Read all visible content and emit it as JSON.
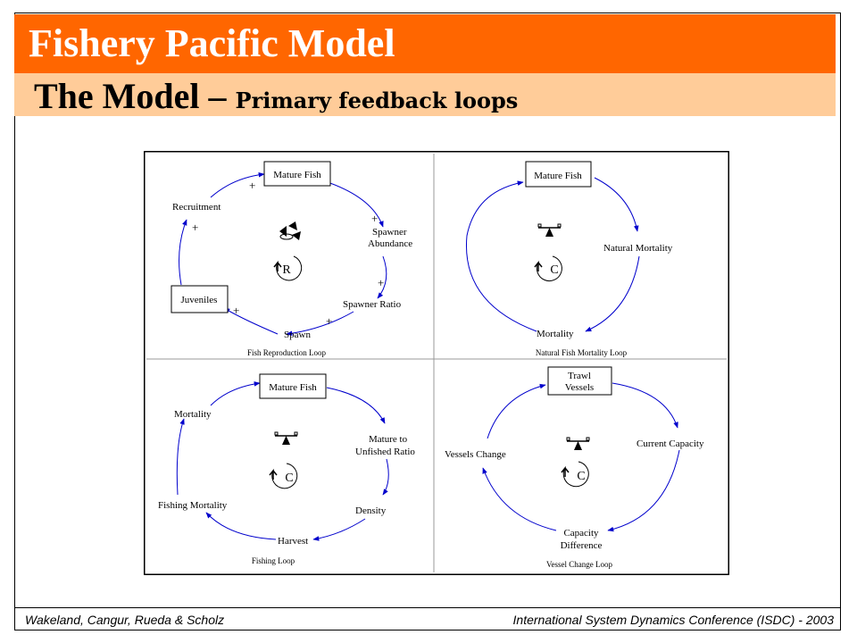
{
  "slide": {
    "title": "Fishery Pacific Model",
    "subtitle_main": "The Model – ",
    "subtitle_sub": "Primary feedback loops",
    "footer_left": "Wakeland, Cangur, Rueda & Scholz",
    "footer_right": "International System Dynamics Conference (ISDC) - 2003"
  },
  "colors": {
    "title_bar": "#ff6600",
    "subtitle_bar": "#ffcc99",
    "arrow": "#0000cc"
  },
  "loops": {
    "reproduction": {
      "mature_fish": "Mature Fish",
      "recruitment": "Recruitment",
      "spawner_abundance_1": "Spawner",
      "spawner_abundance_2": "Abundance",
      "juveniles": "Juveniles",
      "spawner_ratio": "Spawner Ratio",
      "spawn": "Spawn",
      "loop_symbol": "R",
      "caption": "Fish Reproduction Loop",
      "plus": "+",
      "icon": "fish-school-icon"
    },
    "natural_mortality": {
      "mature_fish": "Mature Fish",
      "natural_mortality": "Natural Mortality",
      "mortality": "Mortality",
      "loop_symbol": "C",
      "caption": "Natural Fish Mortality Loop",
      "icon": "balance-scale-icon"
    },
    "fishing": {
      "mature_fish": "Mature Fish",
      "mortality": "Mortality",
      "mature_ratio_1": "Mature to",
      "mature_ratio_2": "Unfished Ratio",
      "fishing_mortality": "Fishing Mortality",
      "density": "Density",
      "harvest": "Harvest",
      "loop_symbol": "C",
      "caption": "Fishing Loop",
      "icon": "balance-scale-icon"
    },
    "vessel": {
      "trawl_1": "Trawl",
      "trawl_2": "Vessels",
      "current_capacity": "Current Capacity",
      "vessels_change": "Vessels Change",
      "capacity_diff_1": "Capacity",
      "capacity_diff_2": "Difference",
      "loop_symbol": "C",
      "caption": "Vessel Change Loop",
      "icon": "balance-scale-icon"
    }
  }
}
